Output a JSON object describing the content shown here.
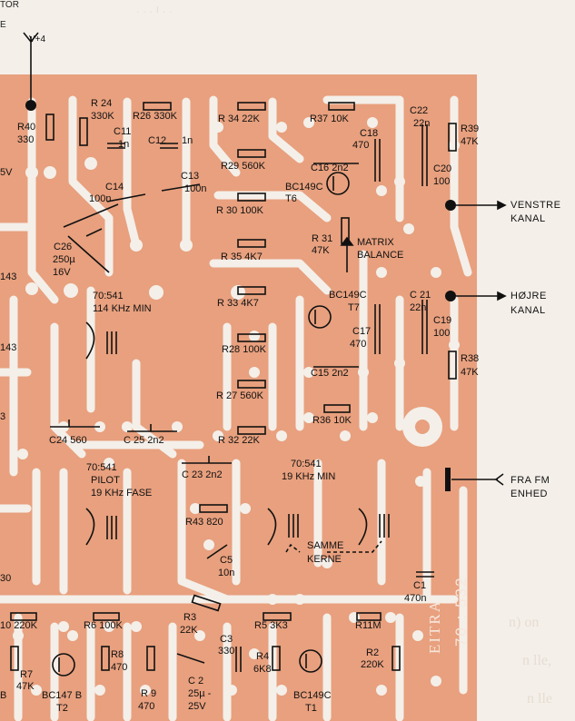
{
  "board": {
    "copper_color": "#e8a07e",
    "paper_color": "#f4efe9",
    "ink_color": "#111111",
    "part_number": "70 : 532",
    "maker_mark": "EITRA"
  },
  "top_left_fragment": {
    "line1": "TOR",
    "line2": "E"
  },
  "supply": {
    "label": "V+4"
  },
  "outputs": {
    "left_channel": {
      "line1": "VENSTRE",
      "line2": "KANAL"
    },
    "right_channel": {
      "line1": "HØJRE",
      "line2": "KANAL"
    },
    "fm_input": {
      "line1": "FRA FM",
      "line2": "ENHED"
    }
  },
  "coils": {
    "coil_114": {
      "line1": "70:541",
      "line2": "114 KHz MIN"
    },
    "coil_pilot": {
      "line1": "70:541",
      "line2": "PILOT",
      "line3": "19 KHz FASE"
    },
    "coil_19": {
      "line1": "70:541",
      "line2": "19 KHz MIN"
    },
    "same_core": {
      "line1": "SAMME",
      "line2": "KERNE"
    }
  },
  "matrix": {
    "line1": "MATRIX",
    "line2": "BALANCE"
  },
  "transistors": {
    "t6": {
      "type": "BC149C",
      "ref": "T6"
    },
    "t7": {
      "type": "BC149C",
      "ref": "T7"
    },
    "t2": {
      "type": "BC147 B",
      "ref": "T2"
    },
    "t1": {
      "type": "BC149C",
      "ref": "T1"
    }
  },
  "components": {
    "r40": {
      "ref": "R40",
      "value": "330"
    },
    "r24": {
      "ref": "R 24",
      "value": "330K"
    },
    "r26": {
      "text": "R26 330K"
    },
    "r34": {
      "text": "R 34 22K"
    },
    "r37": {
      "text": "R37 10K"
    },
    "c22": {
      "ref": "C22",
      "value": "22n"
    },
    "r39": {
      "ref": "R39",
      "value": "47K"
    },
    "c11": {
      "ref": "C11",
      "value": "1n"
    },
    "c12": {
      "ref": "C12",
      "value": "1n"
    },
    "c18": {
      "ref": "C18",
      "value": "470"
    },
    "r29": {
      "text": "R29 560K"
    },
    "c16": {
      "text": "C16 2n2"
    },
    "c20": {
      "ref": "C20",
      "value": "100"
    },
    "c14": {
      "ref": "C14",
      "value": "100n"
    },
    "c13": {
      "ref": "C13",
      "value": "100n"
    },
    "r30": {
      "text": "R 30  100K"
    },
    "r31": {
      "ref": "R 31",
      "value": "47K"
    },
    "c26": {
      "ref": "C26",
      "value": "250µ",
      "voltage": "16V"
    },
    "r35": {
      "text": "R 35 4K7"
    },
    "r33": {
      "text": "R 33  4K7"
    },
    "c21": {
      "ref": "C 21",
      "value": "22n"
    },
    "c19": {
      "ref": "C19",
      "value": "100"
    },
    "c17": {
      "ref": "C17",
      "value": "470"
    },
    "r28": {
      "text": "R28 100K"
    },
    "r38": {
      "ref": "R38",
      "value": "47K"
    },
    "c15": {
      "text": "C15  2n2"
    },
    "r27": {
      "text": "R 27  560K"
    },
    "r36": {
      "text": "R36 10K"
    },
    "c24": {
      "text": "C24 560"
    },
    "c25": {
      "text": "C 25  2n2"
    },
    "r32": {
      "text": "R 32  22K"
    },
    "c23": {
      "text": "C 23  2n2"
    },
    "r43": {
      "text": "R43  820"
    },
    "c5": {
      "ref": "C5",
      "value": "10n"
    },
    "c1": {
      "ref": "C1",
      "value": "470n"
    },
    "r3": {
      "ref": "R3",
      "value": "22K"
    },
    "r5": {
      "text": "R5  3K3"
    },
    "r11": {
      "text": "R11M"
    },
    "r10": {
      "text": "10  220K"
    },
    "r6": {
      "text": "R6 100K"
    },
    "c3": {
      "ref": "C3",
      "value": "330"
    },
    "r4": {
      "ref": "R4",
      "value": "6K8"
    },
    "r2": {
      "ref": "R2",
      "value": "220K"
    },
    "r7": {
      "ref": "R7",
      "value": "47K"
    },
    "r8": {
      "ref": "R8",
      "value": "470"
    },
    "r9": {
      "ref": "R 9",
      "value": "470"
    },
    "c2": {
      "ref": "C 2",
      "value": "25µ -",
      "voltage": "25V"
    }
  },
  "edge_fragments": {
    "f1": "5V",
    "f2": "143",
    "f3": "143",
    "f4": "3",
    "f5": "30",
    "f6": "B"
  }
}
